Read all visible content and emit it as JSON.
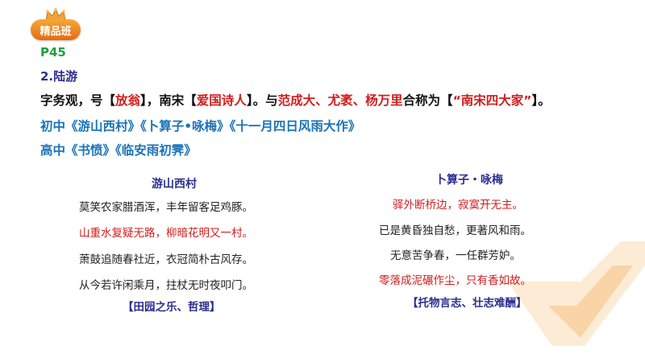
{
  "badge": {
    "label": "精品班"
  },
  "page_no": "P45",
  "section_title": "2.陆游",
  "intro": {
    "p1": "字务观，号【",
    "hao": "放翁",
    "p2": "】，南宋【",
    "title": "爱国诗人",
    "p3": "】。与",
    "peers": "范成大、尤袤、杨万里",
    "p4": "合称为【",
    "group": "“南宋四大家”",
    "p5": "】。"
  },
  "junior": "初中《游山西村》《卜算子•咏梅》《十一月四日风雨大作》",
  "senior": "高中《书愤》《临安雨初霁》",
  "poem1": {
    "title": "游山西村",
    "lines": [
      "莫笑农家腊酒浑，丰年留客足鸡豚。",
      "山重水复疑无路，柳暗花明又一村。",
      "萧鼓追随春社近，衣冠简朴古风存。",
      "从今若许闲乘月，拄杖无时夜叩门。"
    ],
    "tag": "【田园之乐、哲理】"
  },
  "poem2": {
    "title": "卜算子・咏梅",
    "lines": [
      "驿外断桥边，寂寞开无主。",
      "已是黄昏独自愁，更著风和雨。",
      "无意苦争春，一任群芳妒。",
      "零落成泥碾作尘，只有香如故。"
    ],
    "tag": "【托物言志、壮志难酬】"
  },
  "colors": {
    "red": "#d21c1c",
    "navy": "#2b2f8f",
    "blue": "#1a73b8",
    "green": "#1fa03c",
    "orange": "#e46b12"
  }
}
